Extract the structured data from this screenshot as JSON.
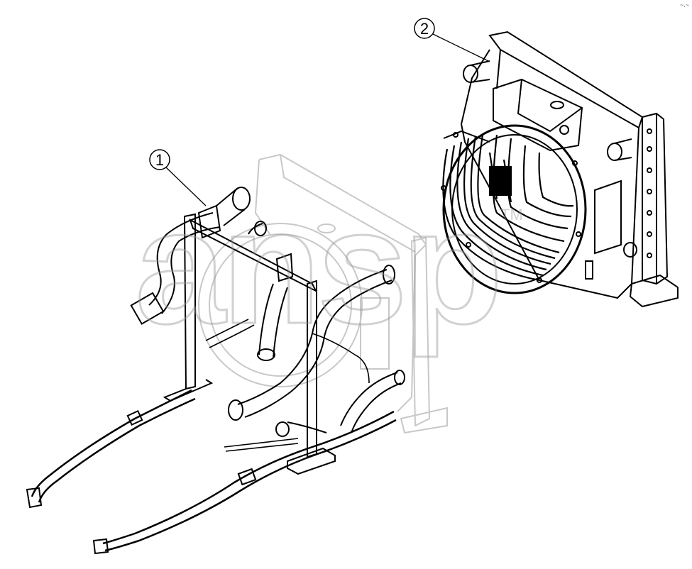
{
  "callouts": [
    {
      "id": "1",
      "label": "1"
    },
    {
      "id": "2",
      "label": "2"
    }
  ],
  "watermark": {
    "text": "ansp",
    "trademark": "TM"
  },
  "corner_mark": "~.~",
  "colors": {
    "line": "#000000",
    "ghost": "#c8c8c8",
    "watermark": "#9a9a9a",
    "background": "#ffffff"
  }
}
